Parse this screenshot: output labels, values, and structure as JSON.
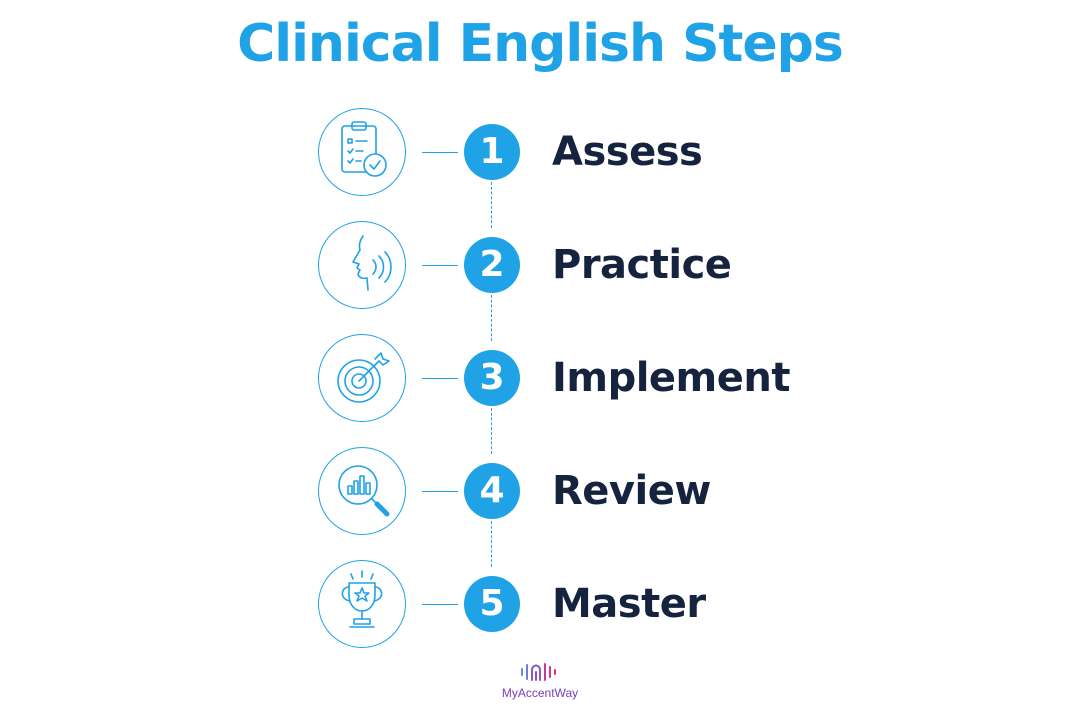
{
  "title": "Clinical English Steps",
  "accent_color": "#1fa2e6",
  "label_color": "#15233f",
  "steps": [
    {
      "number": "1",
      "label": "Assess",
      "icon": "clipboard-check-icon"
    },
    {
      "number": "2",
      "label": "Practice",
      "icon": "speaking-face-icon"
    },
    {
      "number": "3",
      "label": "Implement",
      "icon": "target-arrow-icon"
    },
    {
      "number": "4",
      "label": "Review",
      "icon": "chart-magnifier-icon"
    },
    {
      "number": "5",
      "label": "Master",
      "icon": "trophy-star-icon"
    }
  ],
  "logo": {
    "text": "MyAccentWay",
    "icon": "soundwave-logo-icon"
  }
}
